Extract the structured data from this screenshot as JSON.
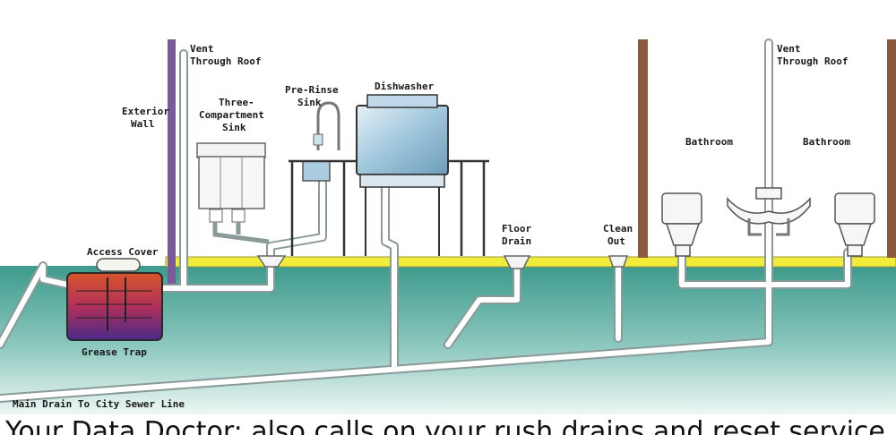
{
  "labels": {
    "vent_left": [
      "Vent",
      "Through Roof"
    ],
    "vent_right": [
      "Vent",
      "Through Roof"
    ],
    "exterior_wall": [
      "Exterior",
      "Wall"
    ],
    "three_comp_sink": [
      "Three-",
      "Compartment",
      "Sink"
    ],
    "pre_rinse": [
      "Pre-Rinse",
      "Sink"
    ],
    "dishwasher": [
      "Dishwasher"
    ],
    "floor_drain": [
      "Floor",
      "Drain"
    ],
    "clean_out": [
      "Clean",
      "Out"
    ],
    "bathroom_left": [
      "Bathroom"
    ],
    "bathroom_right": [
      "Bathroom"
    ],
    "access_cover": [
      "Access Cover"
    ],
    "grease_trap": [
      "Grease Trap"
    ],
    "main_drain": [
      "Main Drain To City Sewer Line"
    ]
  },
  "caption": "Your Data Doctor: also calls on your rush drains and reset service",
  "colors": {
    "ground_top": "#3d9a8c",
    "ground_bottom": "#e9f4f1",
    "floor": "#f1ec3a",
    "pipe": "#ffffff",
    "pipe_outline": "#8a9a98",
    "wall_left": "#7a5a9a",
    "wall_wood": "#8a5a3c",
    "fixture_blue": "#a9ccdf"
  }
}
